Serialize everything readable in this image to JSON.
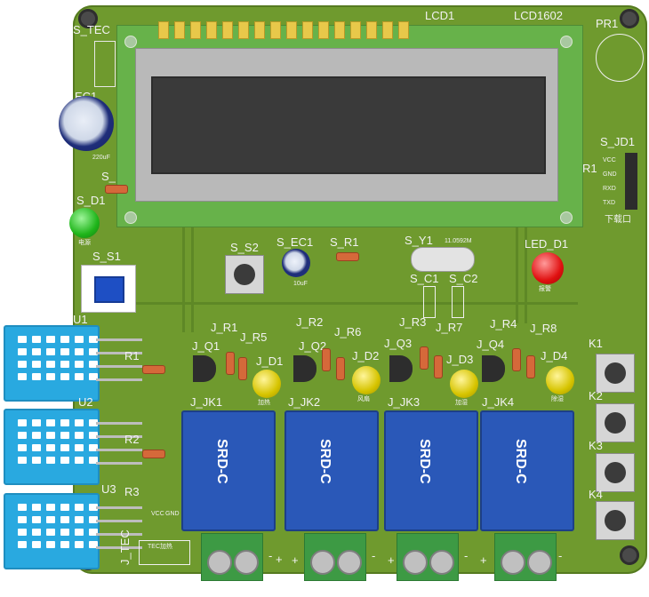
{
  "board": {
    "lcd_label": "LCD1",
    "lcd_model": "LCD1602",
    "pr_label": "PR1",
    "tec_label": "S_TEC",
    "ec_label": "EC1",
    "cap_value": "220uF",
    "s_label": "S_",
    "led_d1": "S_D1",
    "led_d1_text": "电源",
    "s1_label": "S_S1",
    "s2_label": "S_S2",
    "ec1_label": "S_EC1",
    "ec1_value": "10uF",
    "r1_label": "S_R1",
    "y1_label": "S_Y1",
    "y1_freq": "11.0592M",
    "c1_label": "S_C1",
    "c2_label": "S_C2",
    "led_red_label": "LED_D1",
    "led_red_text": "报警",
    "jd1_label": "S_JD1",
    "r1_right": "R1",
    "jd_pins": [
      "VCC",
      "GND",
      "RXD",
      "TXD"
    ],
    "jd_note": "下载口",
    "dht": [
      {
        "label": "U1",
        "res": "R1"
      },
      {
        "label": "U2",
        "res": "R2"
      },
      {
        "label": "U3",
        "res": "R3"
      }
    ],
    "j_tec": "J_TEC",
    "j_tec_note": "TEC加热",
    "vcc_gnd": [
      "VCC",
      "GND"
    ],
    "channels": [
      {
        "r_top": "J_R1",
        "q": "J_Q1",
        "r": "J_R5",
        "d": "J_D1",
        "led_text": "加热",
        "jk": "J_JK1"
      },
      {
        "r_top": "J_R2",
        "q": "J_Q2",
        "r": "J_R6",
        "d": "J_D2",
        "led_text": "风扇",
        "jk": "J_JK2"
      },
      {
        "r_top": "J_R3",
        "q": "J_Q3",
        "r": "J_R7",
        "d": "J_D3",
        "led_text": "加湿",
        "jk": "J_JK3"
      },
      {
        "r_top": "J_R4",
        "q": "J_Q4",
        "r": "J_R8",
        "d": "J_D4",
        "led_text": "除湿",
        "jk": "J_JK4"
      }
    ],
    "relay_text": "SRD-C",
    "keys": [
      "K1",
      "K2",
      "K3",
      "K4"
    ],
    "plus": "+",
    "minus": "-"
  }
}
